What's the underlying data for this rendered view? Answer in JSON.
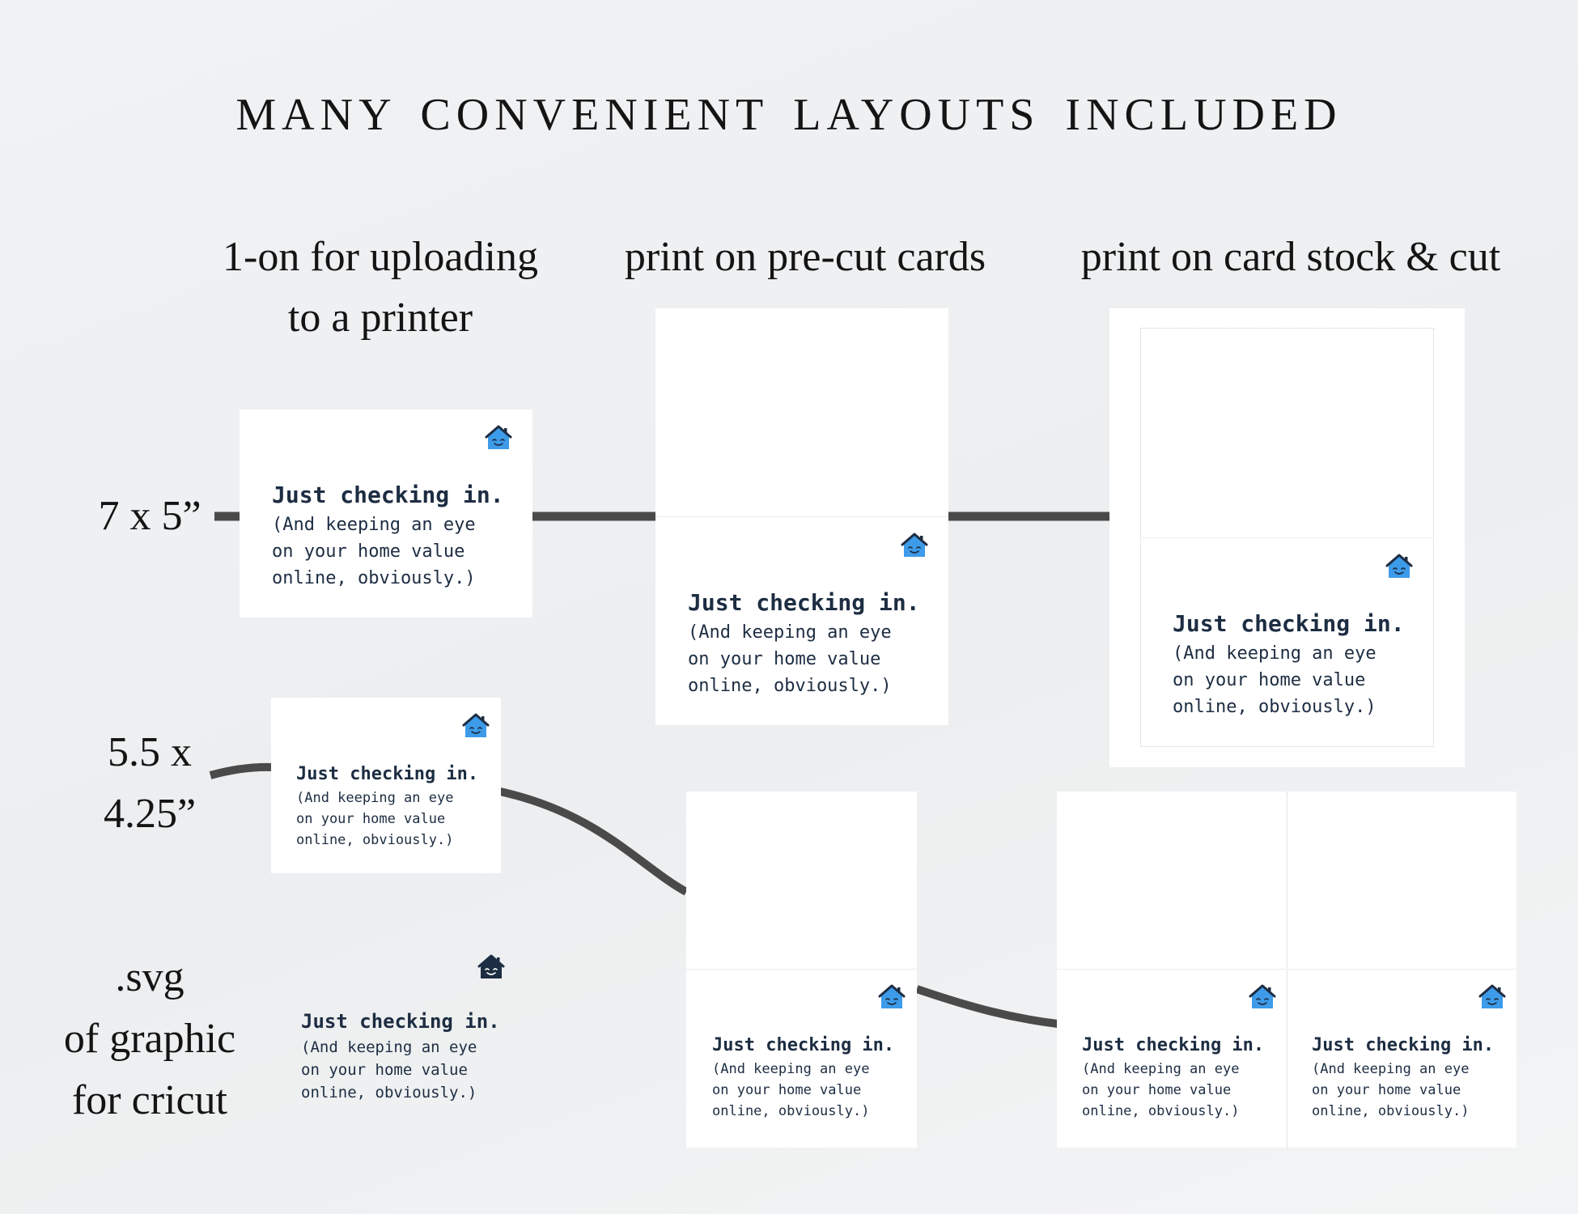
{
  "title": "MANY CONVENIENT LAYOUTS INCLUDED",
  "columns": [
    {
      "line1": "1-on for uploading",
      "line2": "to a printer"
    },
    {
      "line1": "print on pre-cut cards"
    },
    {
      "line1": "print on card stock & cut"
    }
  ],
  "rows": [
    {
      "line1": "7 x 5”"
    },
    {
      "line1": "5.5 x",
      "line2": "4.25”"
    },
    {
      "line1": ".svg",
      "line2": "of graphic",
      "line3": "for cricut"
    }
  ],
  "card": {
    "heading": "Just checking in.",
    "line1": "(And keeping an eye",
    "line2": "on your home value",
    "line3": "online, obviously.)"
  },
  "colors": {
    "house_icon": "#3d9be9",
    "house_roof": "#1d2d42",
    "connector": "#4a4a4a",
    "text": "#1d2d42"
  },
  "icons": [
    "house-smile-icon"
  ]
}
